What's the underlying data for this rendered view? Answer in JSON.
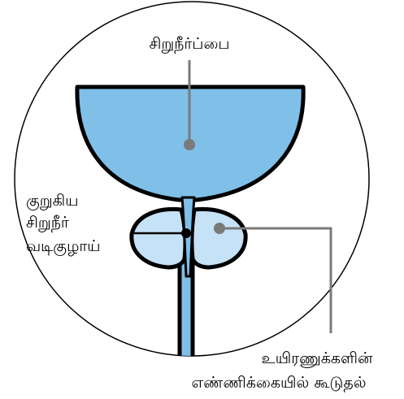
{
  "labels": {
    "bladder": "சிறுநீர்ப்பை",
    "urethra_line1": "குறுகிய",
    "urethra_line2": "சிறுநீர்",
    "urethra_line3": "வடிகுழாய்",
    "prostate_line1": "உயிரணுக்களின்",
    "prostate_line2": "எண்ணிக்கையில் கூடுதல்"
  },
  "colors": {
    "bladder_fill": "#7fbfe8",
    "prostate_fill": "#c6e2f6",
    "outline": "#000000",
    "pointer": "#7a7a7a"
  }
}
